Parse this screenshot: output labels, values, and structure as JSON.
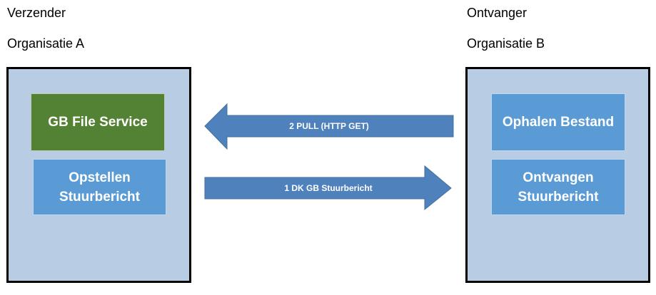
{
  "sender": {
    "title": "Verzender",
    "organisation": "Organisatie A",
    "blocks": {
      "service": "GB File Service",
      "compose": "Opstellen\nStuurbericht"
    }
  },
  "receiver": {
    "title": "Ontvanger",
    "organisation": "Organisatie B",
    "blocks": {
      "fetch": "Ophalen Bestand",
      "receive": "Ontvangen\nStuurbericht"
    }
  },
  "arrows": {
    "pull": "2 PULL (HTTP GET)",
    "message": "1 DK GB Stuurbericht"
  },
  "colors": {
    "org_box_fill": "#b8cce4",
    "org_box_border": "#000000",
    "service_block": "#548235",
    "blue_block": "#5b9bd5",
    "arrow_fill": "#4f81bd"
  }
}
